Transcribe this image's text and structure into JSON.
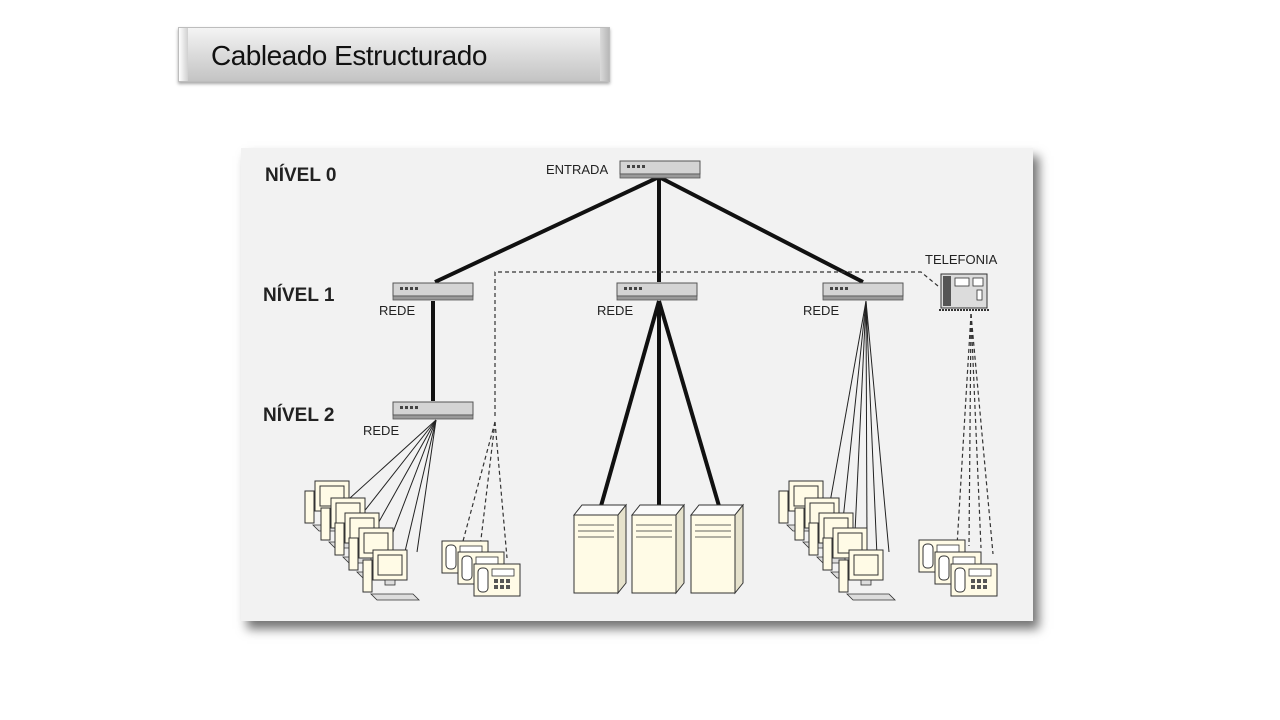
{
  "header": {
    "title": "Cableado Estructurado"
  },
  "levels": {
    "l0": "NÍVEL 0",
    "l1": "NÍVEL 1",
    "l2": "NÍVEL 2"
  },
  "devices": {
    "entrada": "ENTRADA",
    "rede_a": "REDE",
    "rede_b": "REDE",
    "rede_c": "REDE",
    "rede_d": "REDE",
    "telefonia": "TELEFONIA"
  },
  "icons": {
    "switch": "network-switch-icon",
    "pbx": "pbx-icon",
    "pc": "computer-icon",
    "phone": "telephone-icon",
    "server": "server-icon"
  }
}
